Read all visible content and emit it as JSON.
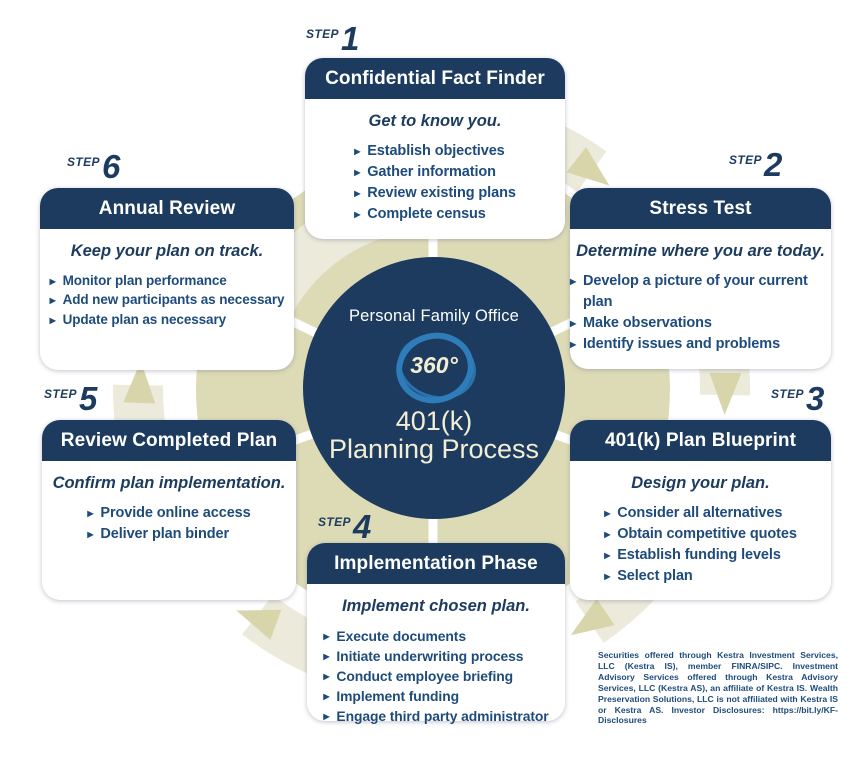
{
  "colors": {
    "navy": "#1c3b5e",
    "blue": "#1e4b7b",
    "cream": "#f3eed3",
    "disc": "#dddbb6",
    "swoosh": "#ecebdb",
    "head": "#d8d5ab",
    "brand": "#2e7cba"
  },
  "step_word": "STEP",
  "center": {
    "brand": "Personal Family Office",
    "degree": "360°",
    "title_line1": "401(k)",
    "title_line2": "Planning Process"
  },
  "steps": [
    {
      "number": "1",
      "title": "Confidential Fact Finder",
      "tagline": "Get to know you.",
      "bullets": [
        "Establish objectives",
        "Gather information",
        "Review existing plans",
        "Complete census"
      ]
    },
    {
      "number": "2",
      "title": "Stress Test",
      "tagline": "Determine where you are today.",
      "bullets": [
        "Develop a picture of your current plan",
        "Make observations",
        "Identify issues and problems"
      ]
    },
    {
      "number": "3",
      "title": "401(k) Plan Blueprint",
      "tagline": "Design your plan.",
      "bullets": [
        "Consider all alternatives",
        "Obtain competitive quotes",
        "Establish funding levels",
        "Select plan"
      ]
    },
    {
      "number": "4",
      "title": "Implementation Phase",
      "tagline": "Implement chosen plan.",
      "bullets": [
        "Execute documents",
        "Initiate underwriting process",
        "Conduct employee briefing",
        "Implement funding",
        "Engage third party administrator"
      ]
    },
    {
      "number": "5",
      "title": "Review Completed Plan",
      "tagline": "Confirm plan implementation.",
      "bullets": [
        "Provide online access",
        "Deliver plan binder"
      ]
    },
    {
      "number": "6",
      "title": "Annual Review",
      "tagline": "Keep your plan on track.",
      "bullets": [
        "Monitor plan performance",
        "Add new participants as necessary",
        "Update plan as necessary"
      ]
    }
  ],
  "disclaimer": "Securities offered through Kestra Investment Services, LLC (Kestra IS), member FINRA/SIPC. Investment Advisory Services offered through Kestra Advisory Services, LLC (Kestra AS), an affiliate of Kestra IS. Wealth Preservation Solutions, LLC is not affiliated with Kestra IS or Kestra AS. Investor Disclosures: https://bit.ly/KF-Disclosures"
}
